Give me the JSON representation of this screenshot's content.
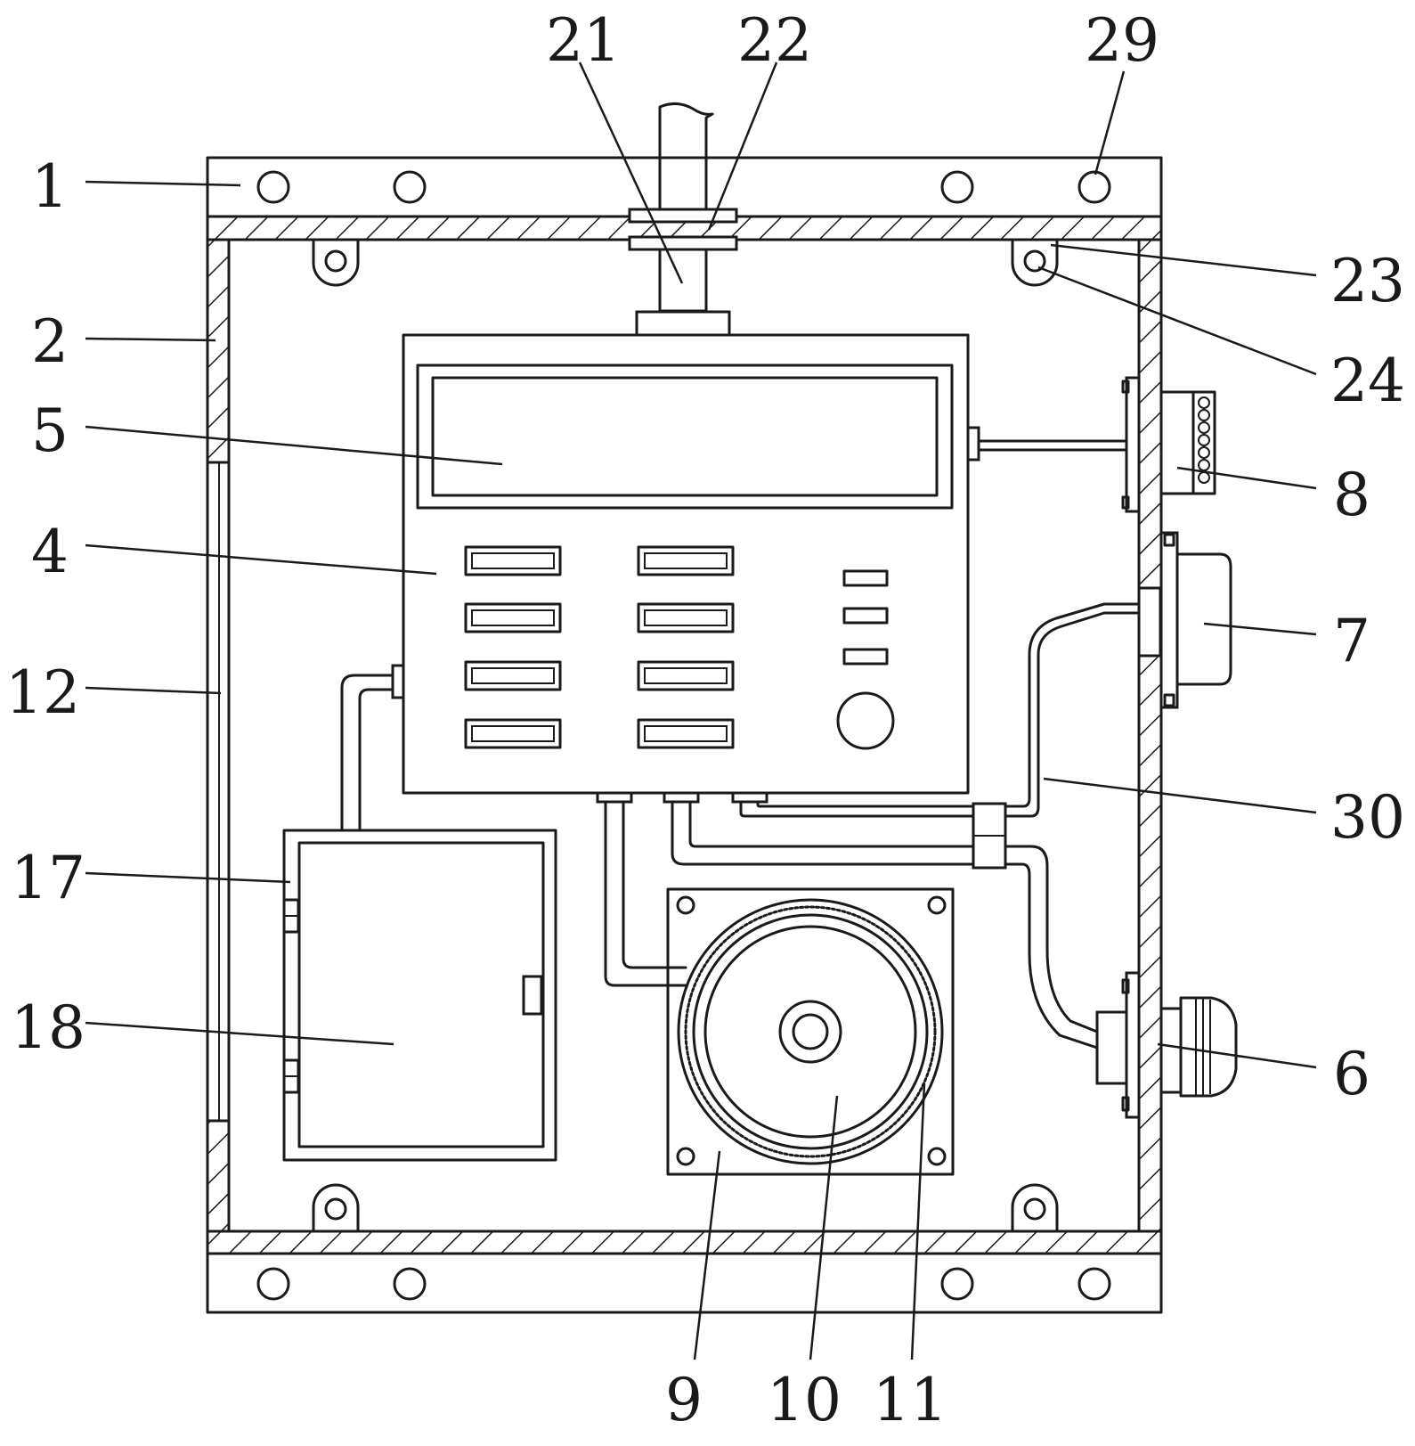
{
  "callouts": {
    "c1": "1",
    "c2": "2",
    "c4": "4",
    "c5": "5",
    "c6": "6",
    "c7": "7",
    "c8": "8",
    "c9": "9",
    "c10": "10",
    "c11": "11",
    "c12": "12",
    "c17": "17",
    "c18": "18",
    "c21": "21",
    "c22": "22",
    "c23": "23",
    "c24": "24",
    "c29": "29",
    "c30": "30"
  },
  "colors": {
    "line": "#1a1a1a",
    "background": "#ffffff"
  }
}
